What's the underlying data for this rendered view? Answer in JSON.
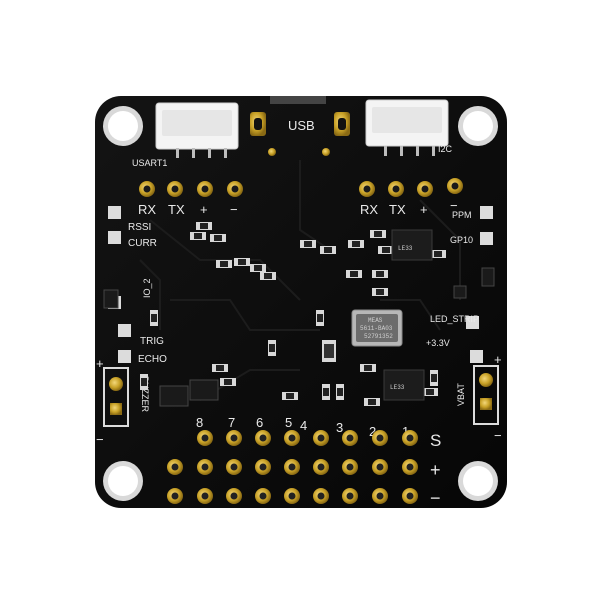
{
  "labels": {
    "usb": "USB",
    "usart1": "USART1",
    "i2c": "I2C",
    "rx_left": "RX",
    "tx_left": "TX",
    "plus_left": "+",
    "minus_left": "−",
    "rx_right": "RX",
    "tx_right": "TX",
    "plus_right": "+",
    "minus_right": "−",
    "ppm": "PPM",
    "gpio": "GP10",
    "rssi": "RSSI",
    "curr": "CURR",
    "io2": "IO_2",
    "trig": "TRIG",
    "echo": "ECHO",
    "buzzer": "BUZZER",
    "vbat": "VBAT",
    "led_strip": "LED_STRIP",
    "v33": "+3.3V",
    "le33_top": "LE33",
    "le33_bottom": "LE33",
    "sensor_line1": "MEAS",
    "sensor_line2": "5611-BA03",
    "sensor_line3": "52791352",
    "header_s": "S",
    "header_plus": "+",
    "header_minus": "−",
    "buz_plus": "+",
    "buz_minus": "−",
    "vbat_plus": "+",
    "vbat_minus": "−",
    "ch8": "8",
    "ch7": "7",
    "ch6": "6",
    "ch5": "5",
    "ch4": "4",
    "ch3": "3",
    "ch2": "2",
    "ch1": "1"
  },
  "colors": {
    "board": "#0b0b0b",
    "silkscreen": "#e9e9e9",
    "gold": "#c9a227",
    "connector": "#f2f2f2"
  }
}
